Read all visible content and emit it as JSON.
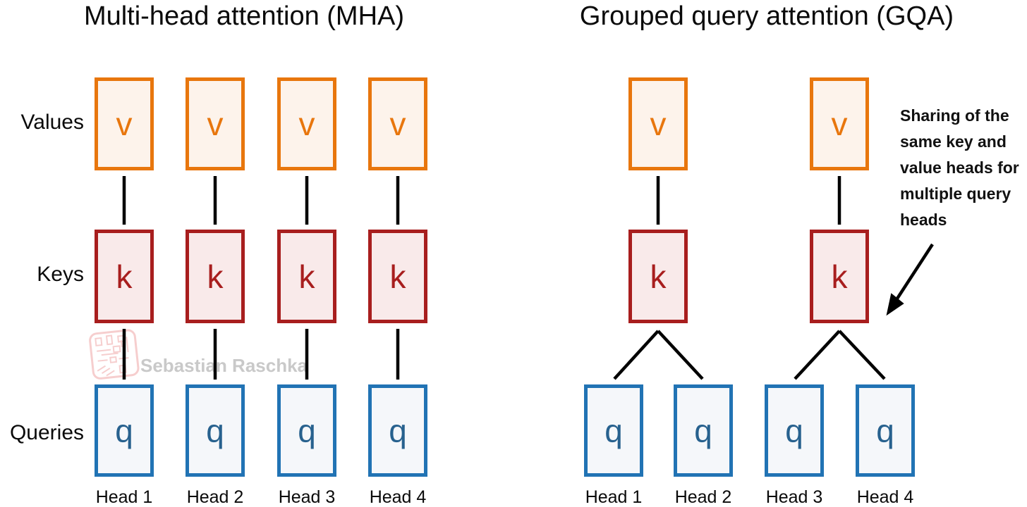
{
  "left_panel": {
    "title": "Multi-head attention (MHA)",
    "row_labels": {
      "values": "Values",
      "keys": "Keys",
      "queries": "Queries"
    },
    "head_labels": [
      "Head 1",
      "Head 2",
      "Head 3",
      "Head 4"
    ]
  },
  "right_panel": {
    "title": "Grouped query attention (GQA)",
    "head_labels": [
      "Head 1",
      "Head 2",
      "Head 3",
      "Head 4"
    ],
    "annotation_lines": [
      "Sharing of the",
      "same key and",
      "value heads for",
      "multiple query",
      "heads"
    ]
  },
  "box_letters": {
    "value": "v",
    "key": "k",
    "query": "q"
  },
  "watermark": {
    "text": "Sebastian Raschka"
  },
  "colors": {
    "value_border": "#E8760D",
    "value_fill": "#FDF3EB",
    "key_border": "#A81E1E",
    "key_fill": "#F9EAEA",
    "query_border": "#2173B4",
    "query_fill": "#F5F7FA",
    "query_text": "#27618E",
    "connector": "#000000",
    "watermark_text": "#C9C9C9",
    "watermark_logo": "#F2B4B4"
  }
}
